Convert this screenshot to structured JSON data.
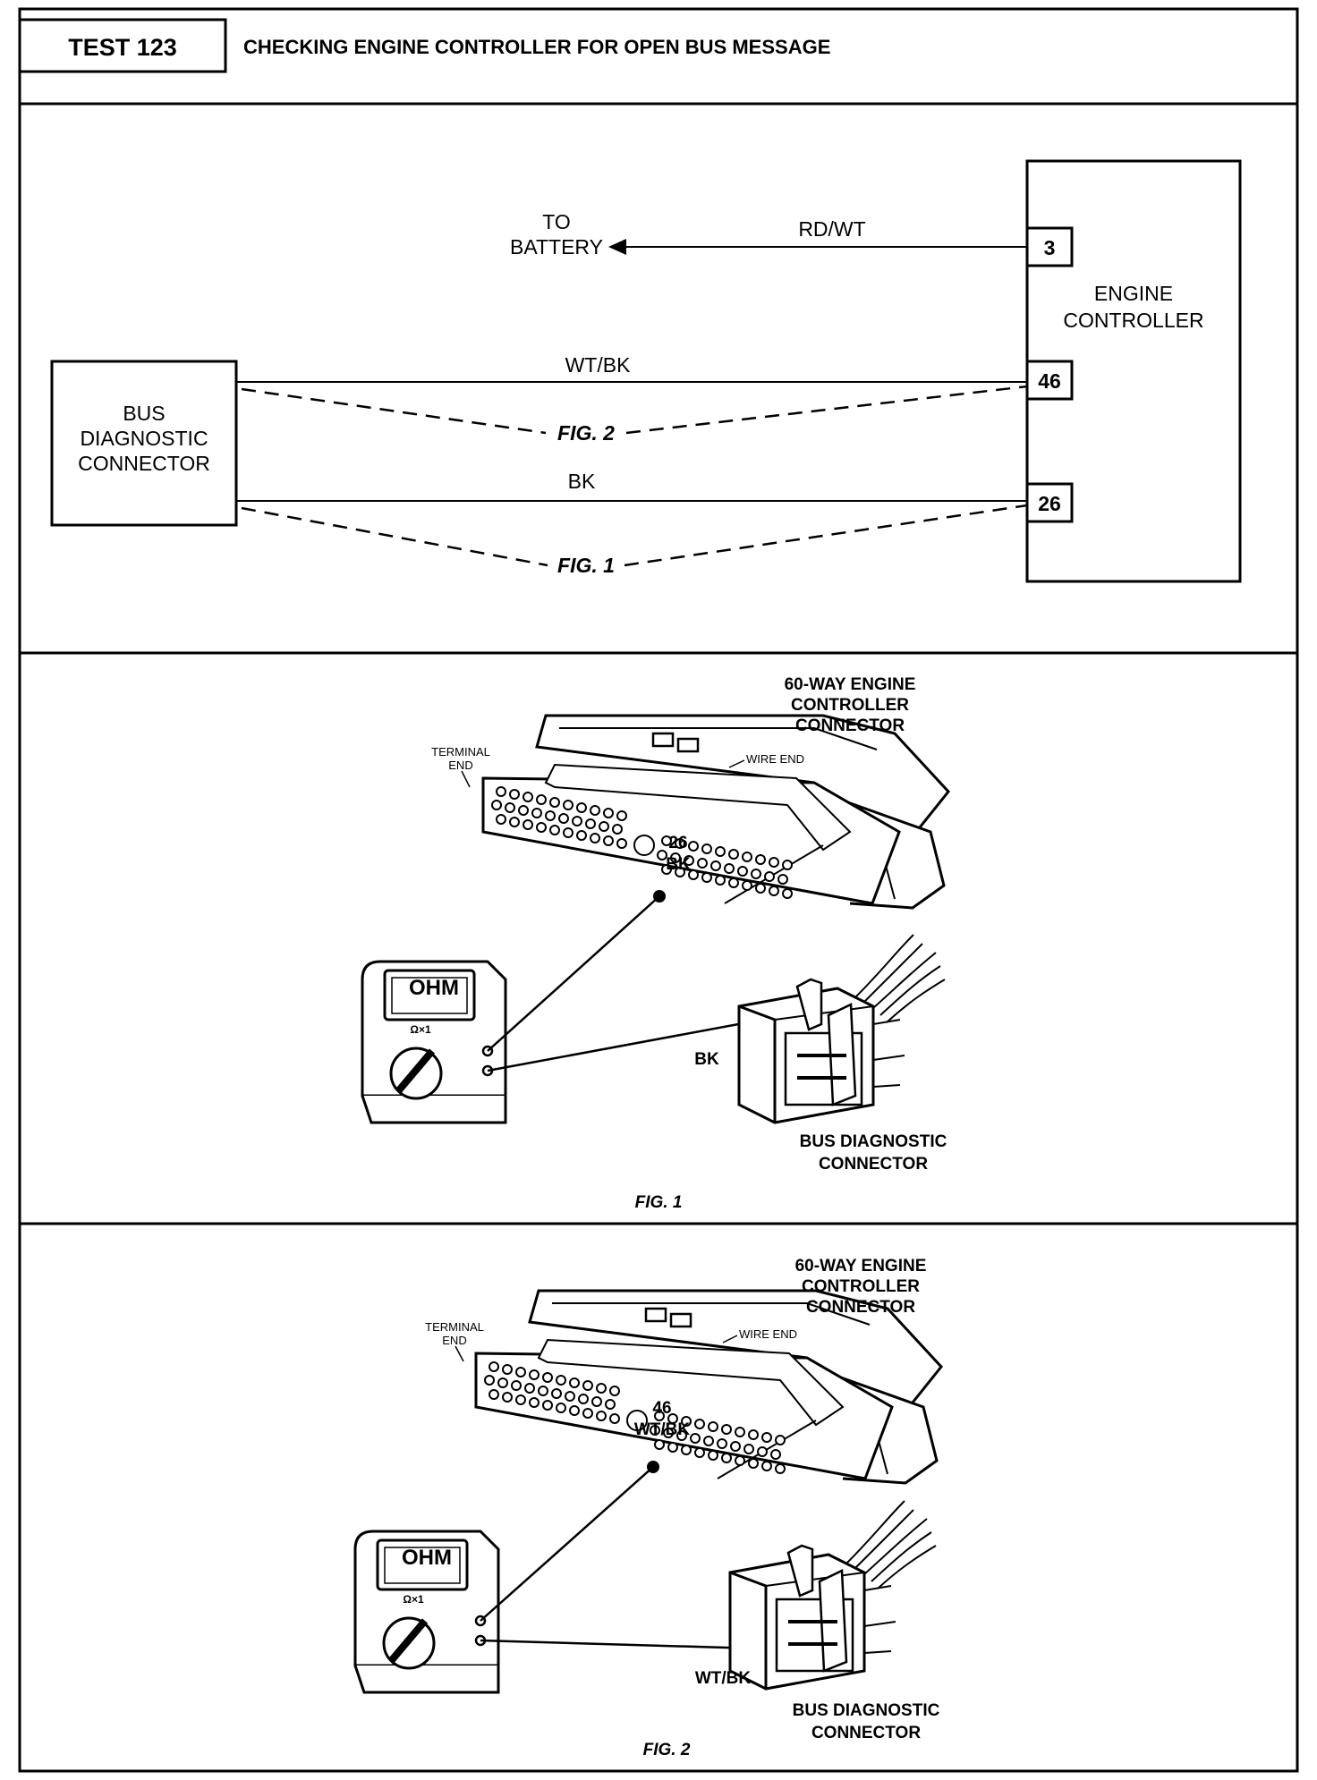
{
  "header": {
    "test_id": "TEST 123",
    "title": "CHECKING ENGINE CONTROLLER FOR OPEN BUS MESSAGE"
  },
  "schematic": {
    "battery_label_line1": "TO",
    "battery_label_line2": "BATTERY",
    "wire_battery": "RD/WT",
    "wire_top": "WT/BK",
    "wire_bottom": "BK",
    "fig_top": "FIG. 2",
    "fig_bottom": "FIG. 1",
    "engine_controller_line1": "ENGINE",
    "engine_controller_line2": "CONTROLLER",
    "bus_connector_line1": "BUS",
    "bus_connector_line2": "DIAGNOSTIC",
    "bus_connector_line3": "CONNECTOR",
    "pin_3": "3",
    "pin_46": "46",
    "pin_26": "26"
  },
  "fig1": {
    "ecc_label_line1": "60-WAY ENGINE",
    "ecc_label_line2": "CONTROLLER",
    "ecc_label_line3": "CONNECTOR",
    "terminal_end_line1": "TERMINAL",
    "terminal_end_line2": "END",
    "wire_end": "WIRE END",
    "pin_number": "26",
    "pin_color": "BK",
    "meter_display": "OHM",
    "meter_range": "Ω×1",
    "wire_label": "BK",
    "bus_label_line1": "BUS DIAGNOSTIC",
    "bus_label_line2": "CONNECTOR",
    "caption": "FIG. 1"
  },
  "fig2": {
    "ecc_label_line1": "60-WAY ENGINE",
    "ecc_label_line2": "CONTROLLER",
    "ecc_label_line3": "CONNECTOR",
    "terminal_end_line1": "TERMINAL",
    "terminal_end_line2": "END",
    "wire_end": "WIRE END",
    "pin_number": "46",
    "pin_color": "WT/BK",
    "meter_display": "OHM",
    "meter_range": "Ω×1",
    "wire_label": "WT/BK",
    "bus_label_line1": "BUS DIAGNOSTIC",
    "bus_label_line2": "CONNECTOR",
    "caption": "FIG. 2"
  }
}
